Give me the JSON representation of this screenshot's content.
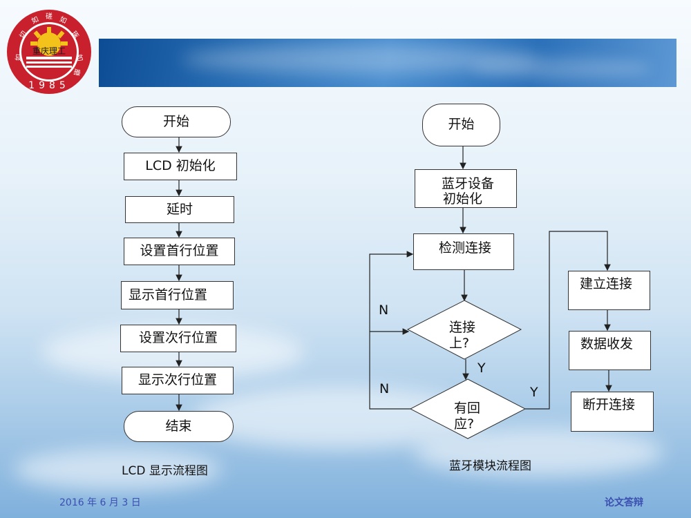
{
  "logo": {
    "ring_text": "如切如磋如琢如磨",
    "inner_text": "重庆理工",
    "year": "1985"
  },
  "left_flow": {
    "start": "开始",
    "steps": [
      "LCD 初始化",
      "延时",
      "设置首行位置",
      "显示首行位置",
      "设置次行位置",
      "显示次行位置"
    ],
    "end": "结束",
    "caption": "LCD 显示流程图"
  },
  "right_flow": {
    "start": "开始",
    "init_line1": "蓝牙设备",
    "init_line2": "初始化",
    "detect": "检测连接",
    "decision1_line1": "连接",
    "decision1_line2": "上?",
    "decision2_line1": "有回",
    "decision2_line2": "应?",
    "establish": "建立连接",
    "transfer": "数据收发",
    "disconnect": "断开连接",
    "label_n1": "N",
    "label_y1": "Y",
    "label_n2": "N",
    "label_y2": "Y",
    "caption": "蓝牙模块流程图"
  },
  "footer": {
    "date": "2016 年 6 月 3 日",
    "right_text": "论文答辩"
  }
}
